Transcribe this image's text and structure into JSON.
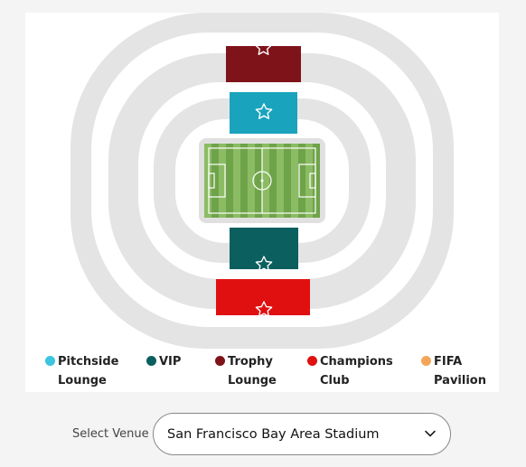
{
  "legend": [
    {
      "key": "pitchside",
      "label_line1": "Pitchside",
      "label_line2": "Lounge",
      "color": "#3dc4e0"
    },
    {
      "key": "vip",
      "label_line1": "VIP",
      "label_line2": "",
      "color": "#0b5f5f"
    },
    {
      "key": "trophy",
      "label_line1": "Trophy",
      "label_line2": "Lounge",
      "color": "#7e1419"
    },
    {
      "key": "champions",
      "label_line1": "Champions",
      "label_line2": "Club",
      "color": "#e01010"
    },
    {
      "key": "fifa",
      "label_line1": "FIFA",
      "label_line2": "Pavilion",
      "color": "#f4a55a"
    }
  ],
  "sections": [
    {
      "name": "Trophy Lounge",
      "color": "#7e1419",
      "icon": "star-icon"
    },
    {
      "name": "Pitchside Lounge",
      "color": "#1aa3bd",
      "icon": "star-icon"
    },
    {
      "name": "VIP",
      "color": "#0b5f5f",
      "icon": "star-icon"
    },
    {
      "name": "Champions Club",
      "color": "#e01010",
      "icon": "star-icon"
    }
  ],
  "colors": {
    "stadium_ring": "#e4e4e4",
    "pitch_dark": "#6fa34a",
    "pitch_light": "#8bbc63",
    "pitch_border": "#e0e0e0"
  },
  "venue_select": {
    "label": "Select Venue",
    "value": "San Francisco Bay Area Stadium",
    "icon": "chevron-down-icon"
  }
}
